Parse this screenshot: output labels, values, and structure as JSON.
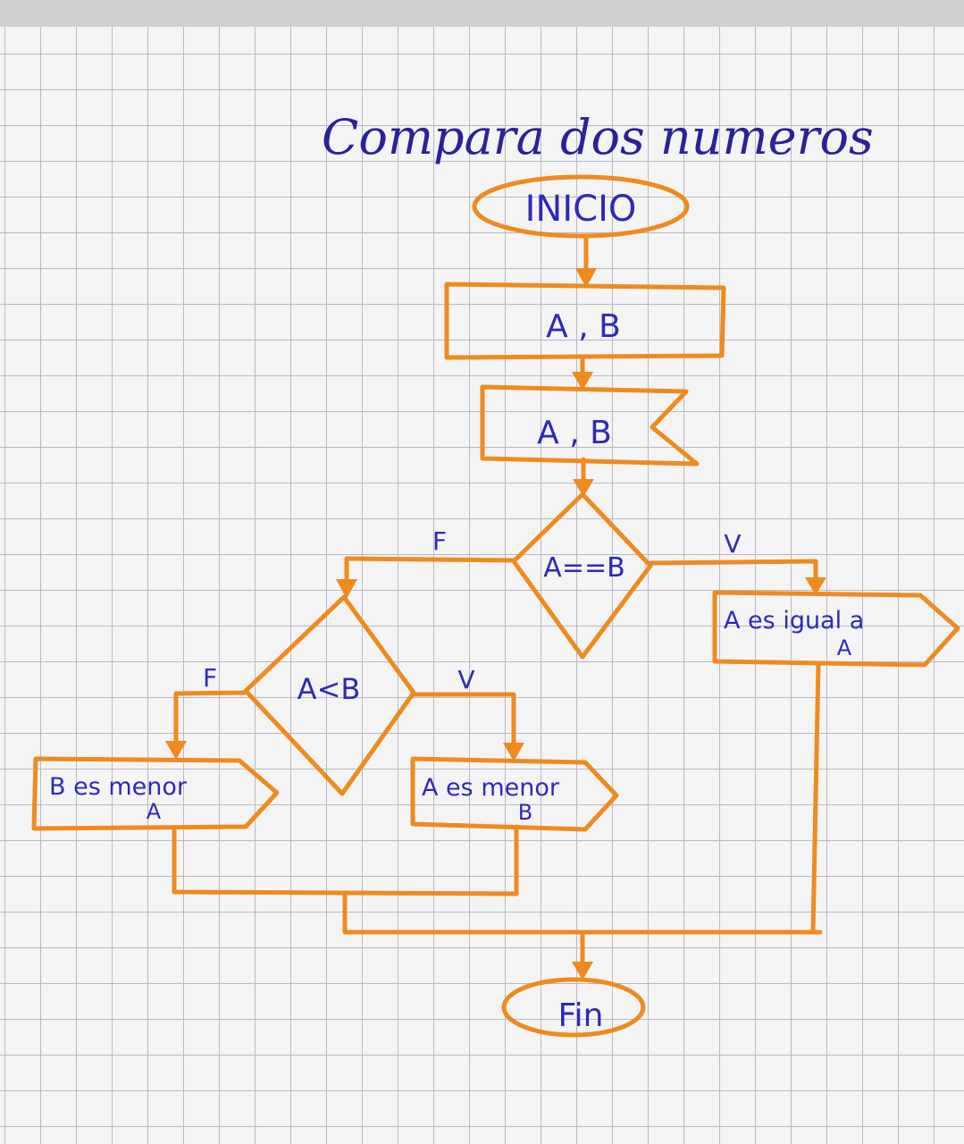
{
  "title": "Compara dos numeros",
  "nodes": {
    "start": "INICIO",
    "input": "A , B",
    "display_in": "A , B",
    "decision_equal": "A==B",
    "decision_less": "A<B",
    "out_equal_line1": "A es igual a",
    "out_equal_line2": "A",
    "out_a_less_line1": "A es menor",
    "out_a_less_line2": "B",
    "out_b_less_line1": "B es menor",
    "out_b_less_line2": "A",
    "end": "Fin"
  },
  "branch_labels": {
    "equal_true": "V",
    "equal_false": "F",
    "less_true": "V",
    "less_false": "F"
  },
  "colors": {
    "paper": "#f4f4f4",
    "grid": "#b7b8c6",
    "shape_stroke": "#f08a1e",
    "ink": "#2e2ab8"
  }
}
